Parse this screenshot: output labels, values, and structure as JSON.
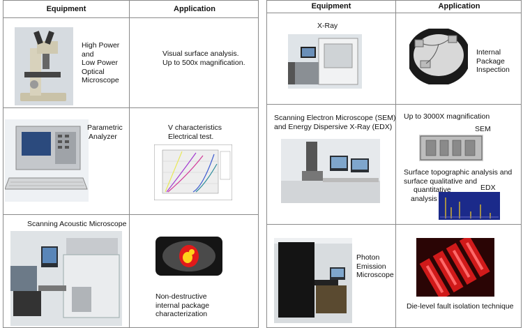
{
  "left": {
    "headers": {
      "equipment": "Equipment",
      "application": "Application"
    },
    "rows": [
      {
        "equipment": [
          "High Power",
          "and",
          "Low Power",
          "Optical",
          "Microscope"
        ],
        "application": [
          "Visual surface analysis.",
          "Up to 500x magnification."
        ]
      },
      {
        "equipment": [
          "Parametric",
          "Analyzer"
        ],
        "application": [
          "V characteristics",
          "Electrical test."
        ]
      },
      {
        "equipment": [
          "Scanning Acoustic Microscope"
        ],
        "application": [
          "Non-destructive",
          "internal package",
          "characterization"
        ]
      }
    ]
  },
  "right": {
    "headers": {
      "equipment": "Equipment",
      "application": "Application"
    },
    "rows": [
      {
        "equipment": [
          "X-Ray"
        ],
        "application": [
          "Internal",
          "Package",
          "Inspection"
        ]
      },
      {
        "equipment": [
          "Scanning Electron Microscope (SEM)",
          "and Energy Dispersive X-Ray (EDX)"
        ],
        "application": [
          "Up to 3000X magnification"
        ],
        "sem_label": "SEM",
        "application2": [
          "Surface topographic analysis and",
          "surface qualitative and",
          "quantitative",
          "analysis"
        ],
        "edx_label": "EDX"
      },
      {
        "equipment": [
          "Photon",
          "Emission",
          "Microscope"
        ],
        "application": [
          "Die-level fault isolation technique"
        ]
      }
    ]
  }
}
